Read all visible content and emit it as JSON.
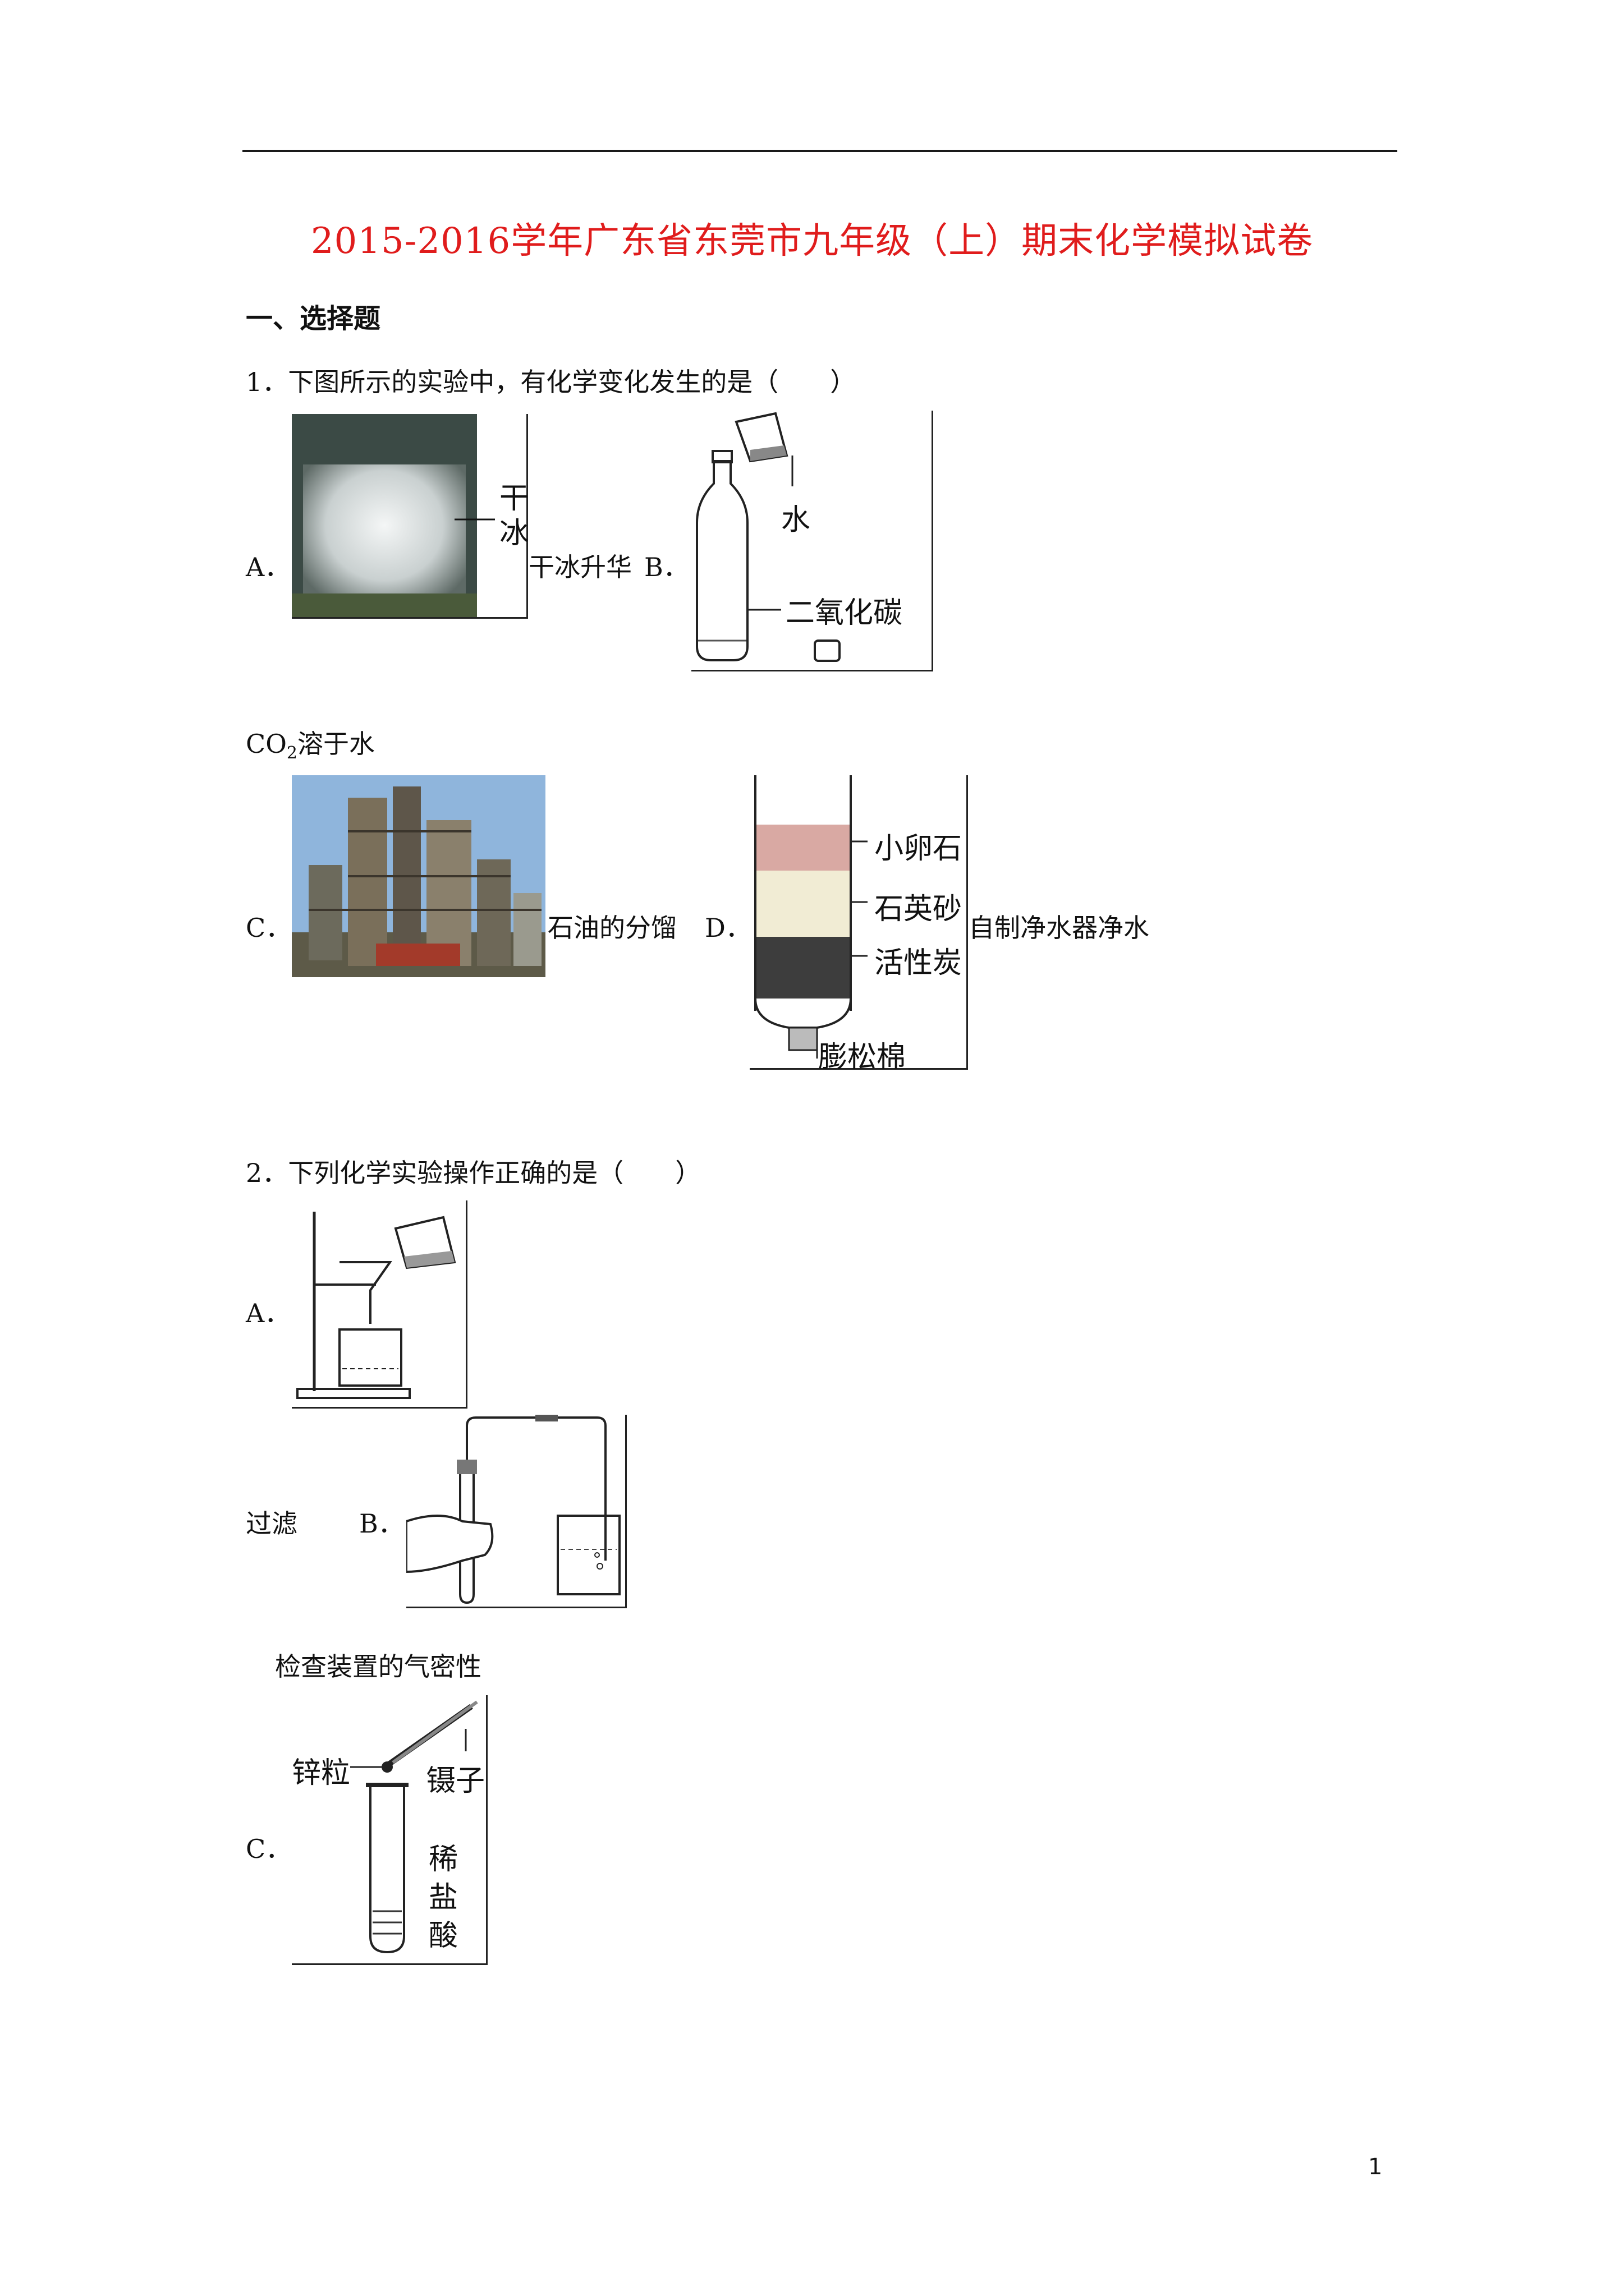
{
  "title": "2015-2016学年广东省东莞市九年级（上）期末化学模拟试卷",
  "section": "一、选择题",
  "q1": {
    "stem": "1．下图所示的实验中，有化学变化发生的是（　　）",
    "a_letter": "A．",
    "a_caption": "干冰升华",
    "a_fig_label": "干冰",
    "b_letter": "B．",
    "b_caption_pre": "CO",
    "b_caption_sub": "2",
    "b_caption_post": "溶于水",
    "b_fig_labels": [
      "水",
      "二氧化碳"
    ],
    "c_letter": "C．",
    "c_caption": "石油的分馏",
    "d_letter": "D．",
    "d_caption": "自制净水器净水",
    "d_fig_labels": [
      "小卵石",
      "石英砂",
      "活性炭",
      "膨松棉"
    ]
  },
  "q2": {
    "stem": "2．下列化学实验操作正确的是（　　）",
    "a_letter": "A．",
    "a_caption": "过滤",
    "b_letter": "B．",
    "b_caption": "检查装置的气密性",
    "c_letter": "C．",
    "c_fig_labels": [
      "锌粒",
      "镊子",
      "稀",
      "盐",
      "酸"
    ]
  },
  "page_number": "1"
}
